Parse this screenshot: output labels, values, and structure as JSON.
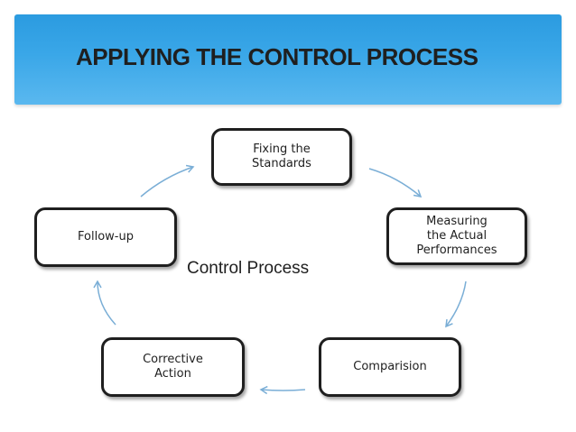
{
  "slide": {
    "title": "APPLYING THE CONTROL PROCESS",
    "title_bar_color": "#3aa7e8",
    "arrow_color": "#7aaed6"
  },
  "diagram": {
    "center_label": "Control Process",
    "steps": [
      {
        "id": "fixing-standards",
        "label": "Fixing the\nStandards"
      },
      {
        "id": "measuring-performance",
        "label": "Measuring\nthe Actual\nPerformances"
      },
      {
        "id": "comparison",
        "label": "Comparision"
      },
      {
        "id": "corrective-action",
        "label": "Corrective\nAction"
      },
      {
        "id": "follow-up",
        "label": "Follow-up"
      }
    ],
    "flow": [
      {
        "from": "fixing-standards",
        "to": "measuring-performance"
      },
      {
        "from": "measuring-performance",
        "to": "comparison"
      },
      {
        "from": "comparison",
        "to": "corrective-action"
      },
      {
        "from": "corrective-action",
        "to": "follow-up"
      },
      {
        "from": "follow-up",
        "to": "fixing-standards"
      }
    ]
  }
}
